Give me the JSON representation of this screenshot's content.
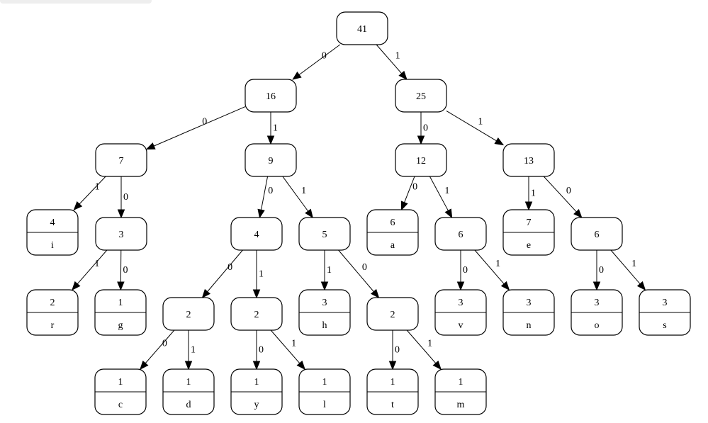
{
  "diagram": {
    "nodes": [
      {
        "id": "n41",
        "weight": "41"
      },
      {
        "id": "n16",
        "weight": "16"
      },
      {
        "id": "n25",
        "weight": "25"
      },
      {
        "id": "n7a",
        "weight": "7"
      },
      {
        "id": "n9",
        "weight": "9"
      },
      {
        "id": "n12",
        "weight": "12"
      },
      {
        "id": "n13",
        "weight": "13"
      },
      {
        "id": "leaf_i",
        "weight": "4",
        "symbol": "i"
      },
      {
        "id": "n3a",
        "weight": "3"
      },
      {
        "id": "n4",
        "weight": "4"
      },
      {
        "id": "n5",
        "weight": "5"
      },
      {
        "id": "leaf_a",
        "weight": "6",
        "symbol": "a"
      },
      {
        "id": "n6a",
        "weight": "6"
      },
      {
        "id": "leaf_e",
        "weight": "7",
        "symbol": "e"
      },
      {
        "id": "n6b",
        "weight": "6"
      },
      {
        "id": "leaf_r",
        "weight": "2",
        "symbol": "r"
      },
      {
        "id": "leaf_g",
        "weight": "1",
        "symbol": "g"
      },
      {
        "id": "n2a",
        "weight": "2"
      },
      {
        "id": "n2b",
        "weight": "2"
      },
      {
        "id": "leaf_h",
        "weight": "3",
        "symbol": "h"
      },
      {
        "id": "n2c",
        "weight": "2"
      },
      {
        "id": "leaf_v",
        "weight": "3",
        "symbol": "v"
      },
      {
        "id": "leaf_n",
        "weight": "3",
        "symbol": "n"
      },
      {
        "id": "leaf_o",
        "weight": "3",
        "symbol": "o"
      },
      {
        "id": "leaf_s",
        "weight": "3",
        "symbol": "s"
      },
      {
        "id": "leaf_c",
        "weight": "1",
        "symbol": "c"
      },
      {
        "id": "leaf_d",
        "weight": "1",
        "symbol": "d"
      },
      {
        "id": "leaf_y",
        "weight": "1",
        "symbol": "y"
      },
      {
        "id": "leaf_l",
        "weight": "1",
        "symbol": "l"
      },
      {
        "id": "leaf_t",
        "weight": "1",
        "symbol": "t"
      },
      {
        "id": "leaf_m",
        "weight": "1",
        "symbol": "m"
      }
    ],
    "edges": [
      {
        "from": "n41",
        "to": "n16",
        "label": "0"
      },
      {
        "from": "n41",
        "to": "n25",
        "label": "1"
      },
      {
        "from": "n16",
        "to": "n7a",
        "label": "0"
      },
      {
        "from": "n16",
        "to": "n9",
        "label": "1"
      },
      {
        "from": "n25",
        "to": "n12",
        "label": "0"
      },
      {
        "from": "n25",
        "to": "n13",
        "label": "1"
      },
      {
        "from": "n7a",
        "to": "leaf_i",
        "label": "1"
      },
      {
        "from": "n7a",
        "to": "n3a",
        "label": "0"
      },
      {
        "from": "n9",
        "to": "n4",
        "label": "0"
      },
      {
        "from": "n9",
        "to": "n5",
        "label": "1"
      },
      {
        "from": "n12",
        "to": "leaf_a",
        "label": "0"
      },
      {
        "from": "n12",
        "to": "n6a",
        "label": "1"
      },
      {
        "from": "n13",
        "to": "leaf_e",
        "label": "1"
      },
      {
        "from": "n13",
        "to": "n6b",
        "label": "0"
      },
      {
        "from": "n3a",
        "to": "leaf_r",
        "label": "1"
      },
      {
        "from": "n3a",
        "to": "leaf_g",
        "label": "0"
      },
      {
        "from": "n4",
        "to": "n2a",
        "label": "0"
      },
      {
        "from": "n4",
        "to": "n2b",
        "label": "1"
      },
      {
        "from": "n5",
        "to": "leaf_h",
        "label": "1"
      },
      {
        "from": "n5",
        "to": "n2c",
        "label": "0"
      },
      {
        "from": "n6a",
        "to": "leaf_v",
        "label": "0"
      },
      {
        "from": "n6a",
        "to": "leaf_n",
        "label": "1"
      },
      {
        "from": "n6b",
        "to": "leaf_o",
        "label": "0"
      },
      {
        "from": "n6b",
        "to": "leaf_s",
        "label": "1"
      },
      {
        "from": "n2a",
        "to": "leaf_c",
        "label": "0"
      },
      {
        "from": "n2a",
        "to": "leaf_d",
        "label": "1"
      },
      {
        "from": "n2b",
        "to": "leaf_y",
        "label": "0"
      },
      {
        "from": "n2b",
        "to": "leaf_l",
        "label": "1"
      },
      {
        "from": "n2c",
        "to": "leaf_t",
        "label": "0"
      },
      {
        "from": "n2c",
        "to": "leaf_m",
        "label": "1"
      }
    ]
  }
}
